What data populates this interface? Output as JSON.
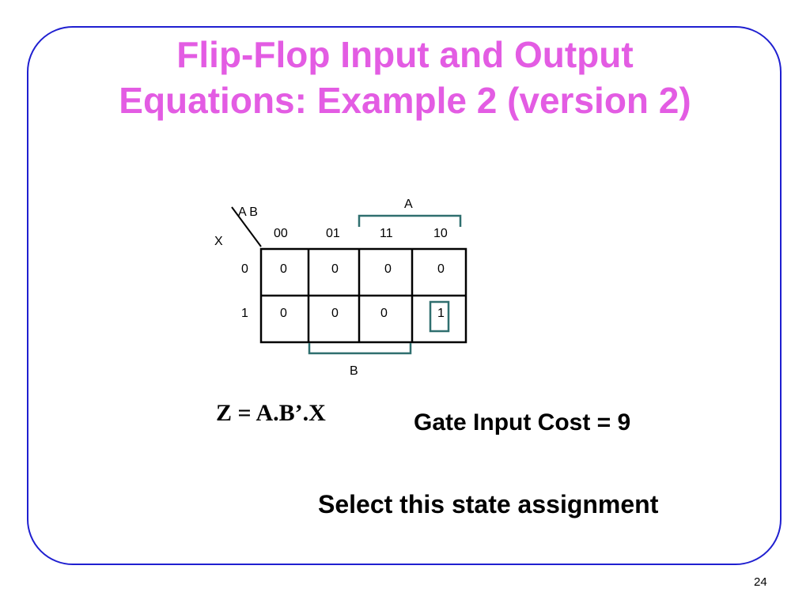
{
  "slide": {
    "title_line1": "Flip-Flop Input and Output",
    "title_line2": "Equations: Example 2 (version 2)",
    "page_number": "24",
    "colors": {
      "title": "#e35ce3",
      "border": "#1f1fd0",
      "bracket": "#2f6f6f"
    }
  },
  "kmap": {
    "row_variable": "X",
    "column_variables": "A B",
    "column_headers": [
      "00",
      "01",
      "11",
      "10"
    ],
    "row_headers": [
      "0",
      "1"
    ],
    "cells": [
      [
        "0",
        "0",
        "0",
        "0"
      ],
      [
        "0",
        "0",
        "0",
        "1"
      ]
    ],
    "bracket_labels": {
      "top": "A",
      "bottom": "B"
    },
    "grouped_cell": "1"
  },
  "equation": "Z = A.B’.X",
  "gate_input_cost": "Gate Input Cost = 9",
  "note": "Select this state assignment"
}
